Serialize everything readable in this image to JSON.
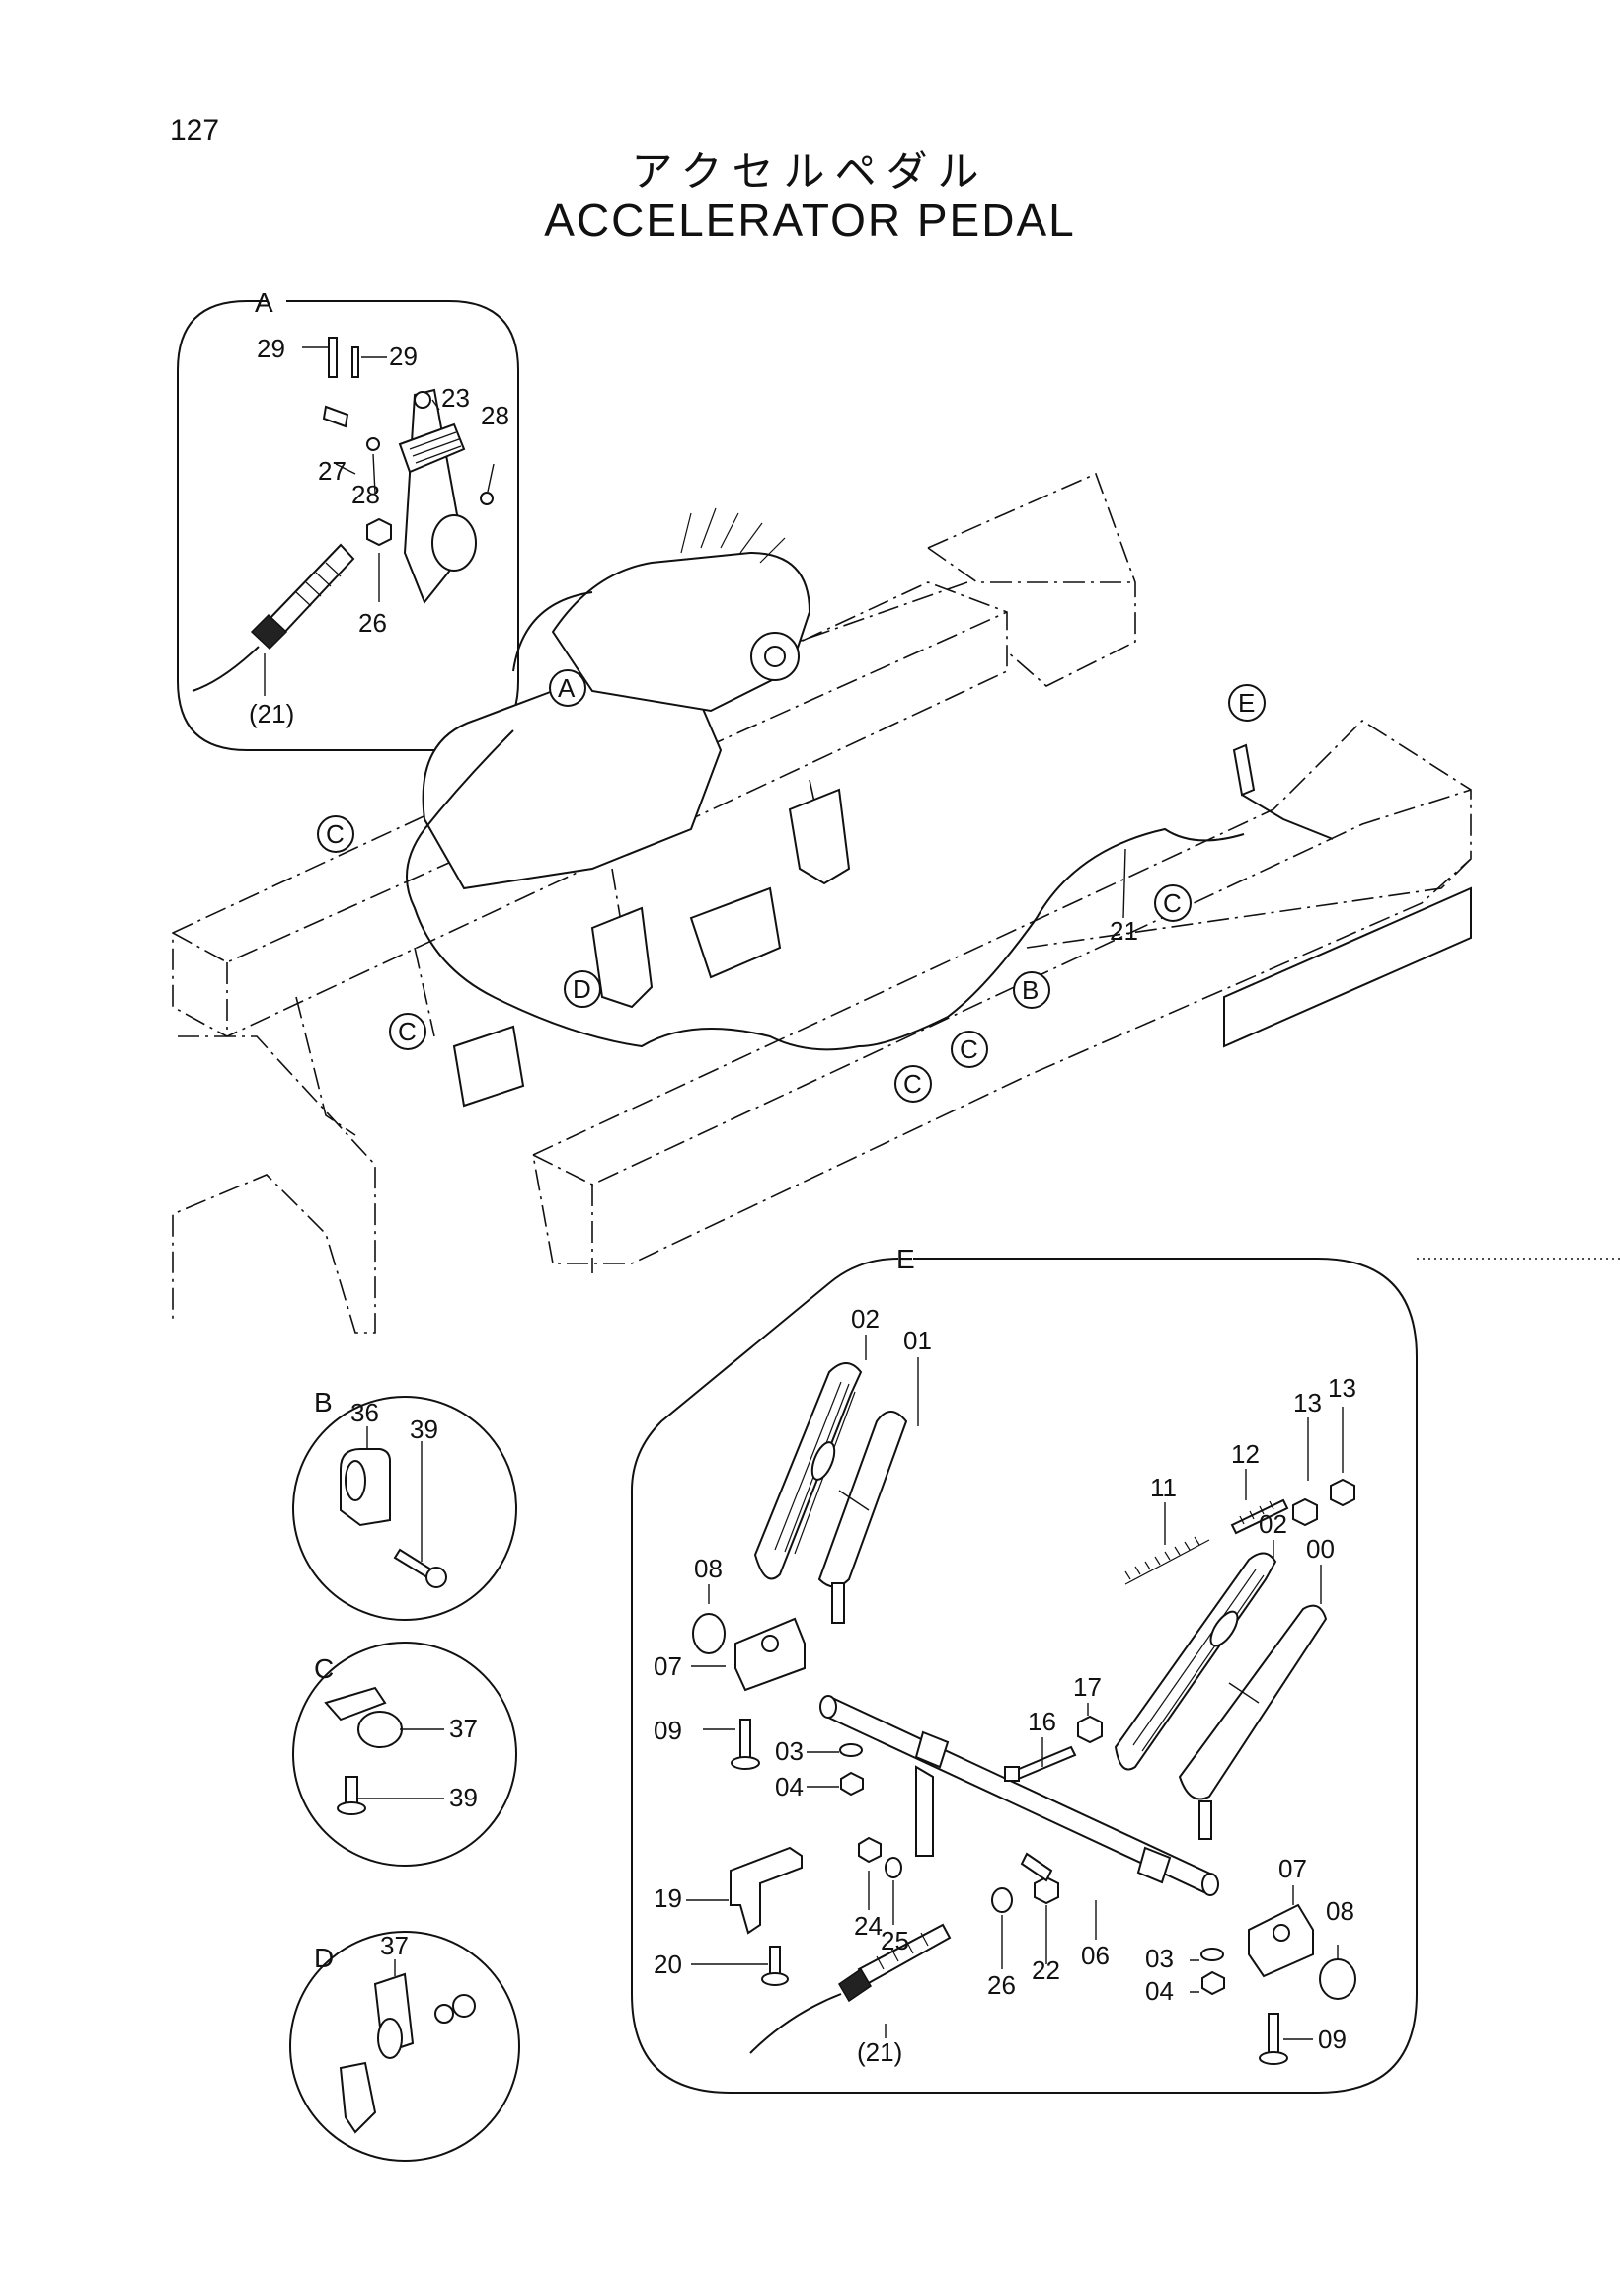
{
  "page": {
    "number": "127"
  },
  "title": {
    "japanese": "アクセルペダル",
    "english": "ACCELERATOR PEDAL"
  },
  "detail_frames": [
    {
      "id": "A",
      "label": "A"
    },
    {
      "id": "B",
      "label": "B"
    },
    {
      "id": "C",
      "label": "C"
    },
    {
      "id": "D",
      "label": "D"
    },
    {
      "id": "E",
      "label": "E"
    }
  ],
  "main_view": {
    "markers": [
      {
        "label": "A"
      },
      {
        "label": "C"
      },
      {
        "label": "E"
      },
      {
        "label": "C"
      },
      {
        "label": "C"
      },
      {
        "label": "D"
      },
      {
        "label": "B"
      },
      {
        "label": "C"
      },
      {
        "label": "C"
      }
    ],
    "part_labels": [
      "21"
    ]
  },
  "detail_A": {
    "labels": [
      "29",
      "29",
      "23",
      "28",
      "27",
      "28",
      "26",
      "(21)"
    ]
  },
  "detail_B": {
    "labels": [
      "36",
      "39"
    ]
  },
  "detail_C": {
    "labels": [
      "37",
      "39"
    ]
  },
  "detail_D": {
    "labels": [
      "37"
    ]
  },
  "detail_E": {
    "labels": [
      "02",
      "01",
      "13",
      "13",
      "12",
      "11",
      "02",
      "00",
      "08",
      "07",
      "17",
      "16",
      "09",
      "03",
      "04",
      "24",
      "25",
      "19",
      "20",
      "26",
      "22",
      "06",
      "07",
      "08",
      "03",
      "04",
      "09",
      "(21)"
    ]
  }
}
